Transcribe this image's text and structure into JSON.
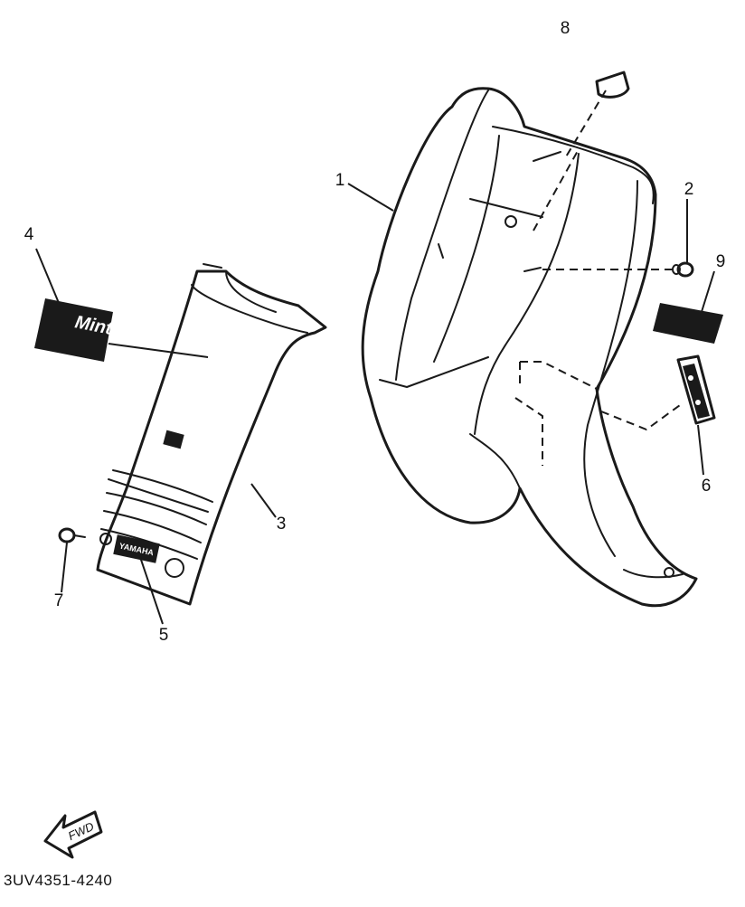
{
  "callouts": {
    "c1": "1",
    "c2": "2",
    "c3": "3",
    "c4": "4",
    "c5": "5",
    "c6": "6",
    "c7": "7",
    "c8": "8",
    "c9": "9"
  },
  "emblem": {
    "line1": "Mint"
  },
  "nameplate": {
    "text": "YAMAHA"
  },
  "fwd_arrow": {
    "text": "FWD"
  },
  "diagram_code": "3UV4351-4240"
}
